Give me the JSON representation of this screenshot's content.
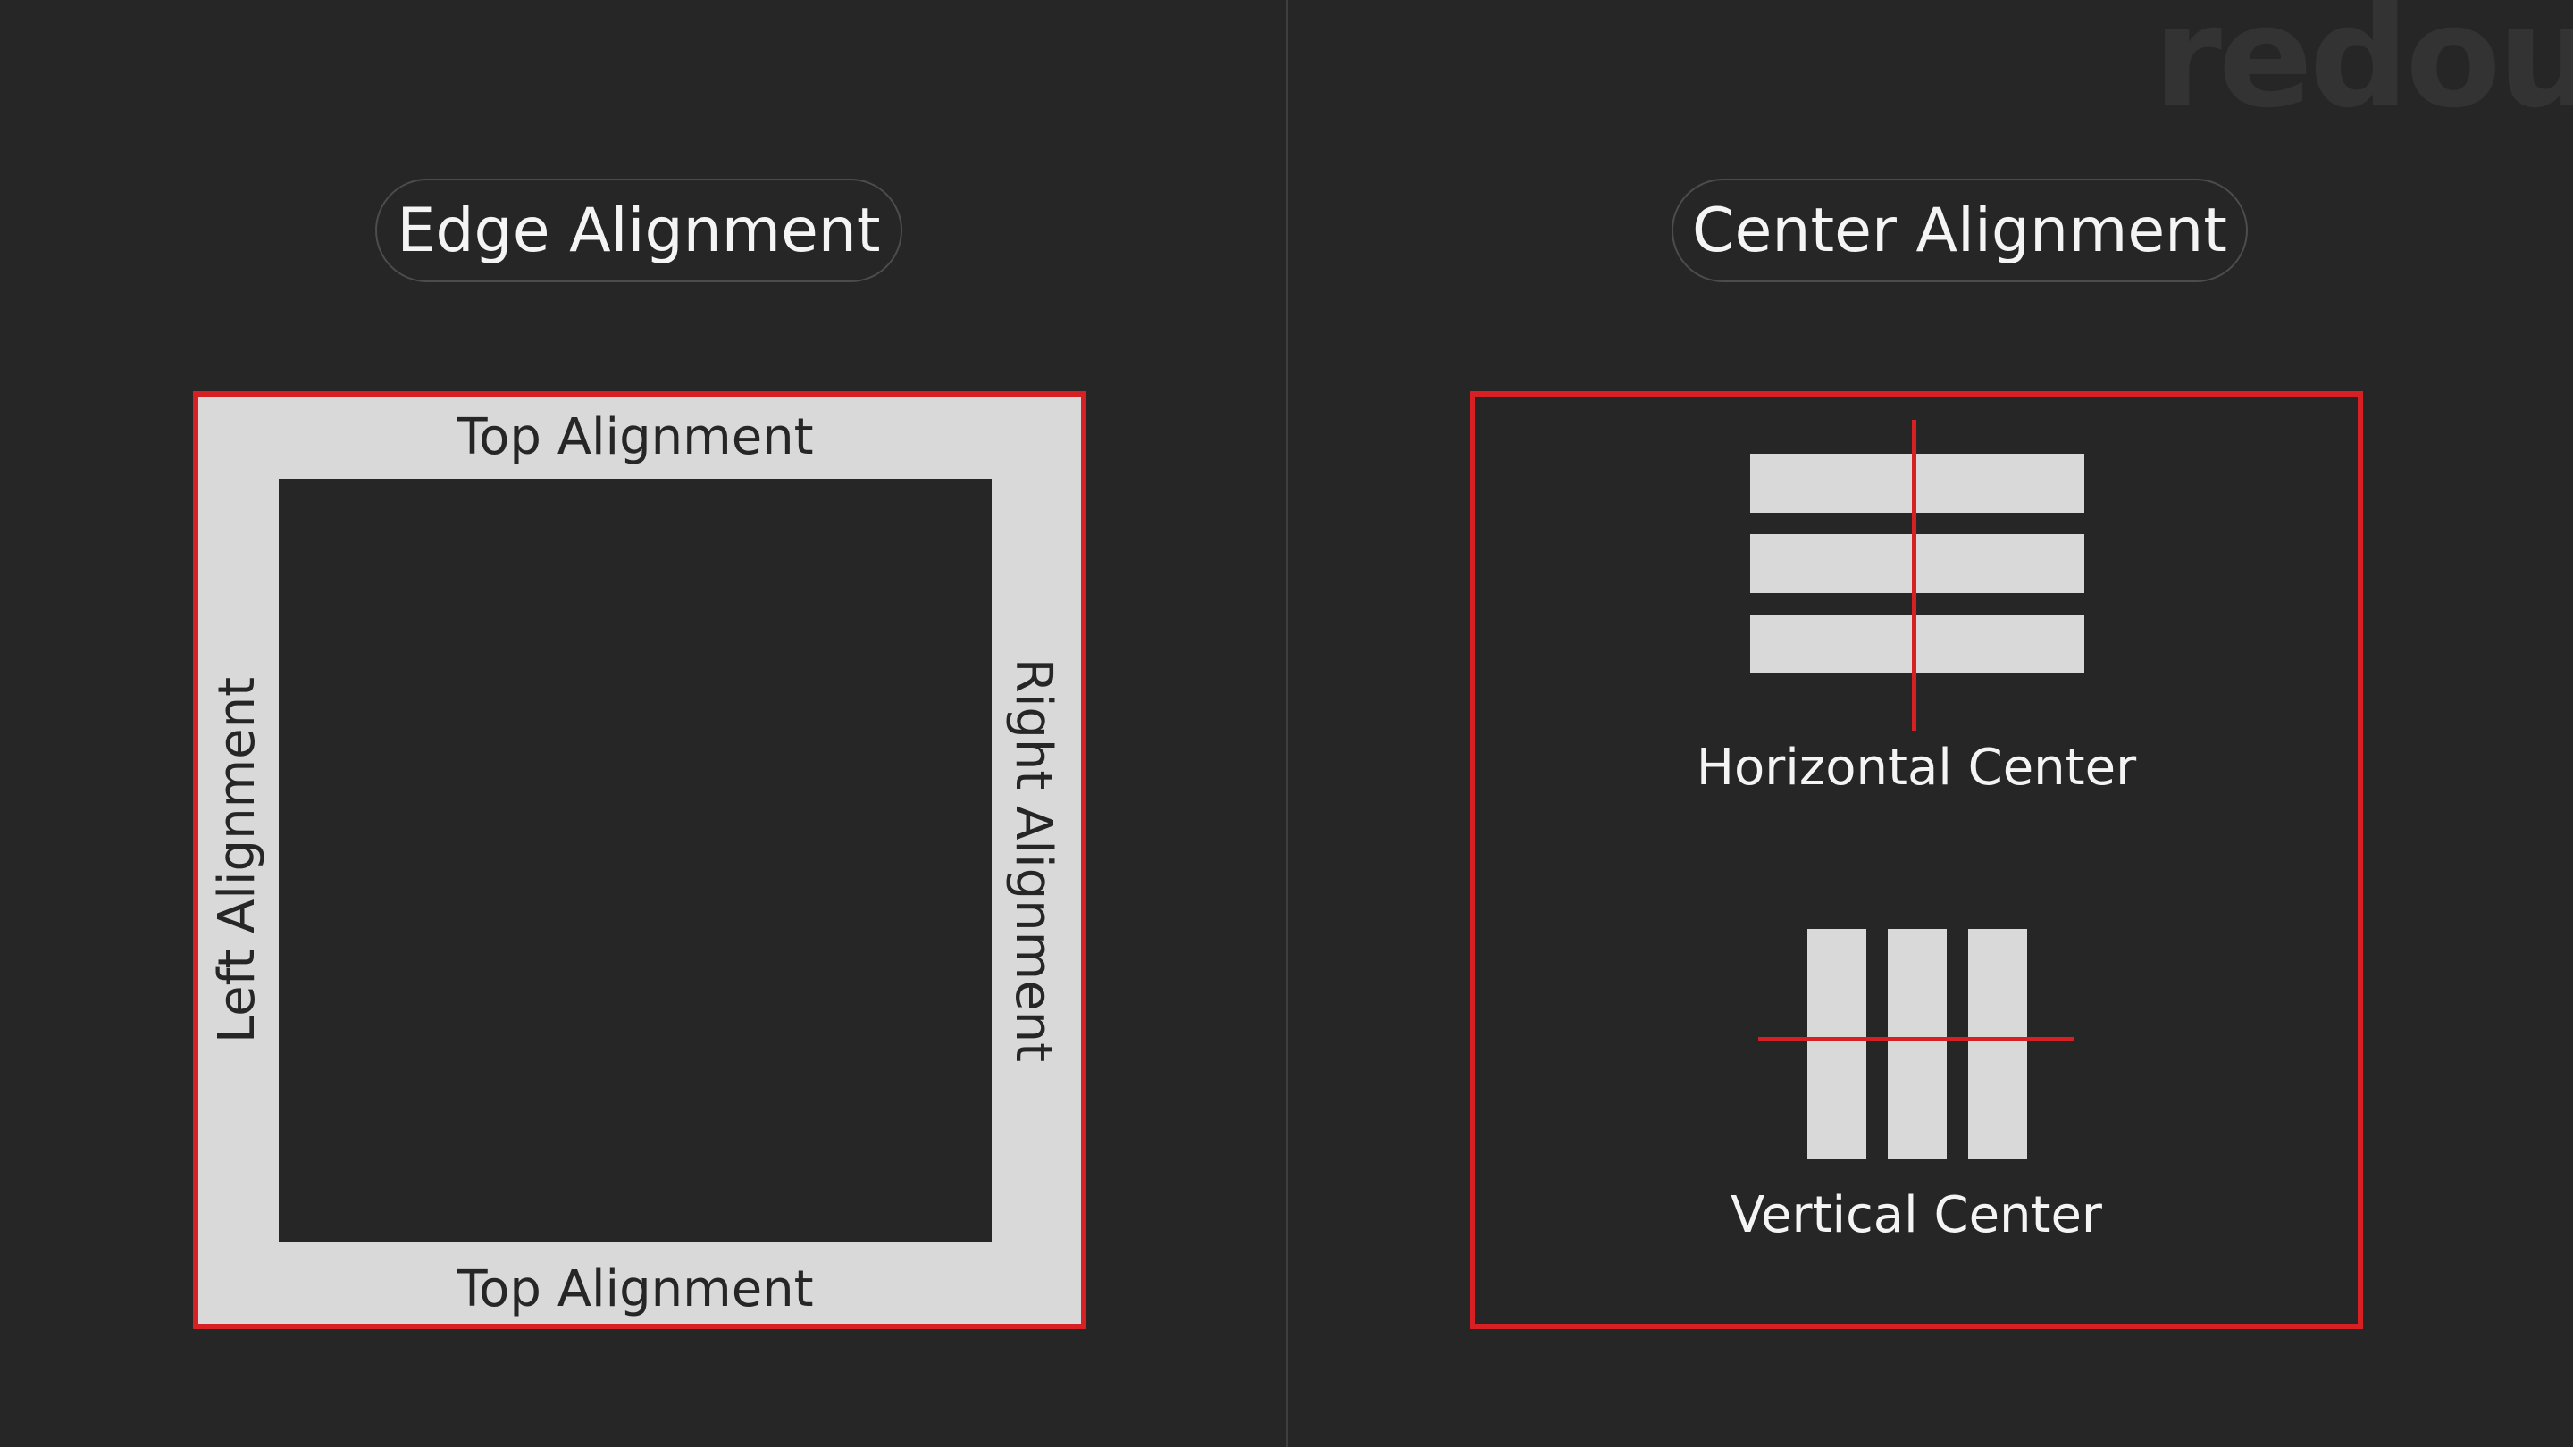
{
  "watermark": "redoui",
  "edge": {
    "title": "Edge Alignment",
    "labels": {
      "top": "Top Alignment",
      "bottom": "Top Alignment",
      "left": "Left Alignment",
      "right": "Right Alignment"
    }
  },
  "center": {
    "title": "Center Alignment",
    "horizontal_caption": "Horizontal Center",
    "vertical_caption": "Vertical Center"
  },
  "colors": {
    "background": "#262626",
    "accent_red": "#d62024",
    "block_gray": "#d9d9d9"
  }
}
